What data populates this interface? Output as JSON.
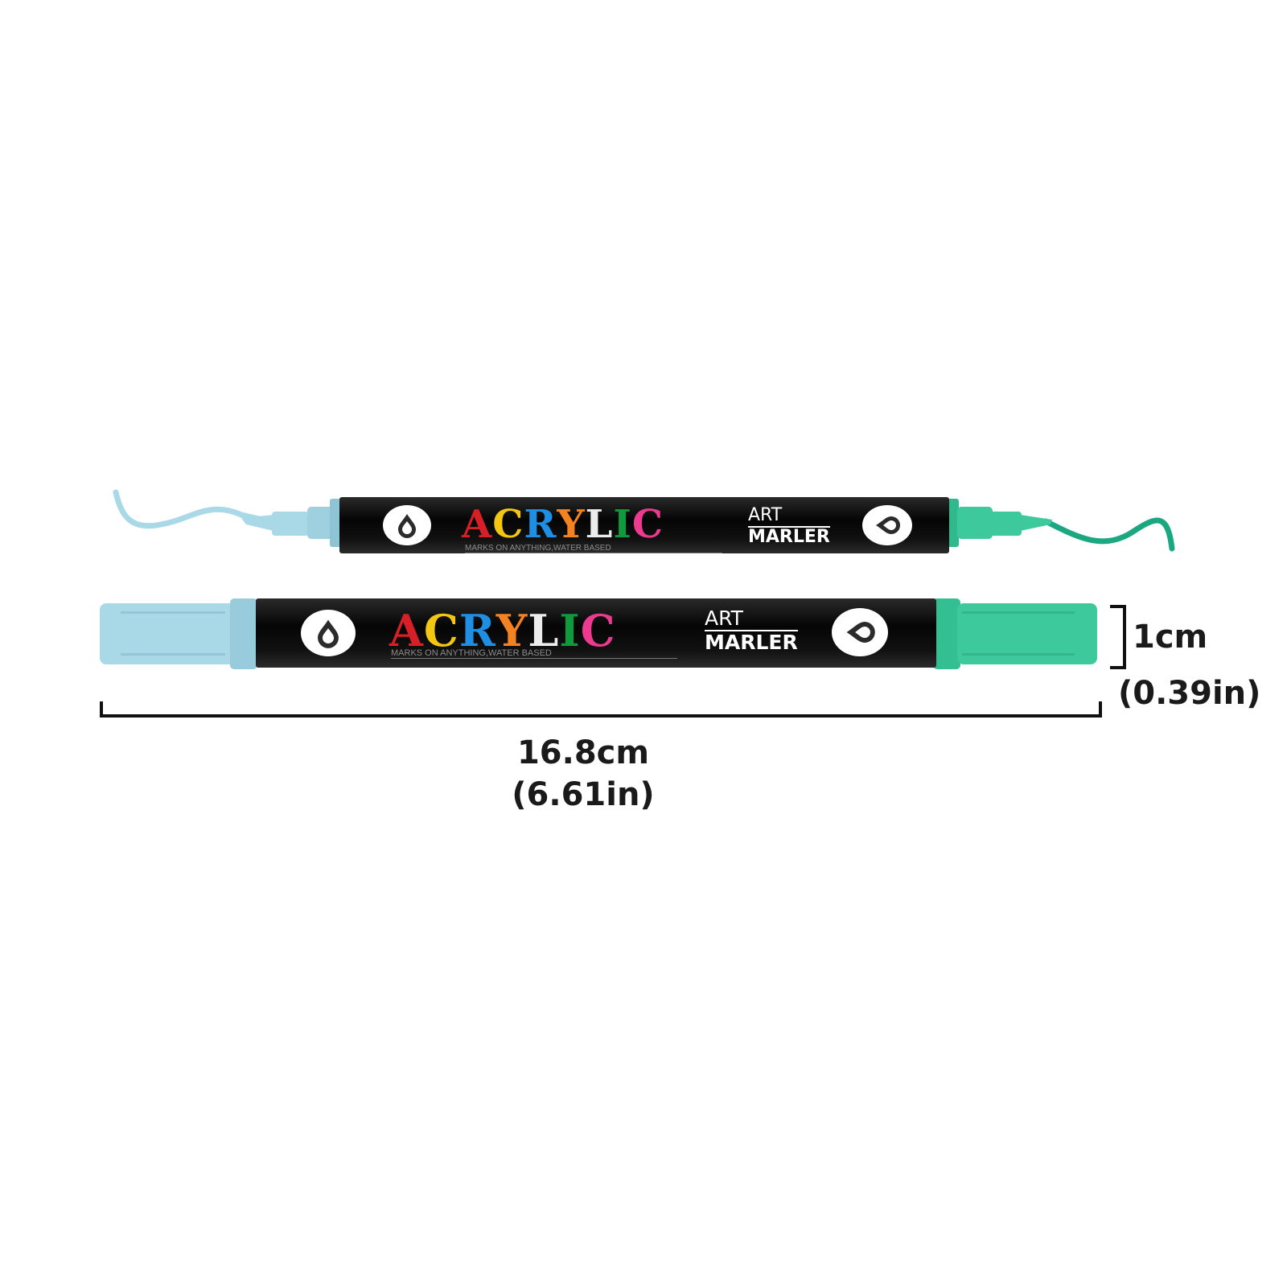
{
  "product": {
    "brand_letters": [
      "A",
      "C",
      "R",
      "Y",
      "L",
      "I",
      "C"
    ],
    "brand_colors": [
      "#d61f26",
      "#f3c612",
      "#1f8fe3",
      "#f58220",
      "#ececec",
      "#0f9a3e",
      "#ec3a8f"
    ],
    "tagline": "MARKS ON ANYTHING,WATER BASED",
    "art_line": "ART",
    "marler_line": "MARLER"
  },
  "colors": {
    "blue_end": "#a9d8e6",
    "green_end": "#3ec99c",
    "barrel": "#0b0b0b"
  },
  "dimensions": {
    "length_cm": "16.8cm",
    "length_in": "(6.61in)",
    "width_cm": "1cm",
    "width_in": "(0.39in)"
  }
}
